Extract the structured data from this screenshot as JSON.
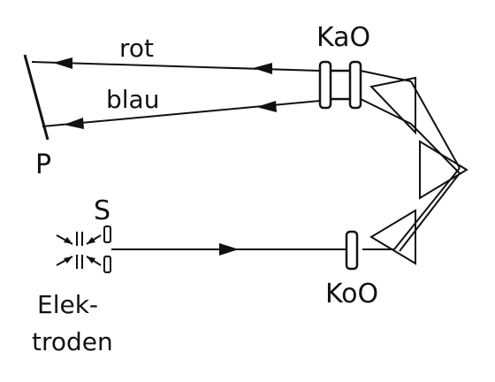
{
  "labels": {
    "red": "rot",
    "blue": "blau",
    "camera_objective": "KaO",
    "collimator_objective": "KoO",
    "plate": "P",
    "slit": "S",
    "electrodes_line1": "Elek-",
    "electrodes_line2": "troden"
  },
  "colors": {
    "ink": "#111111",
    "background": "#ffffff"
  }
}
